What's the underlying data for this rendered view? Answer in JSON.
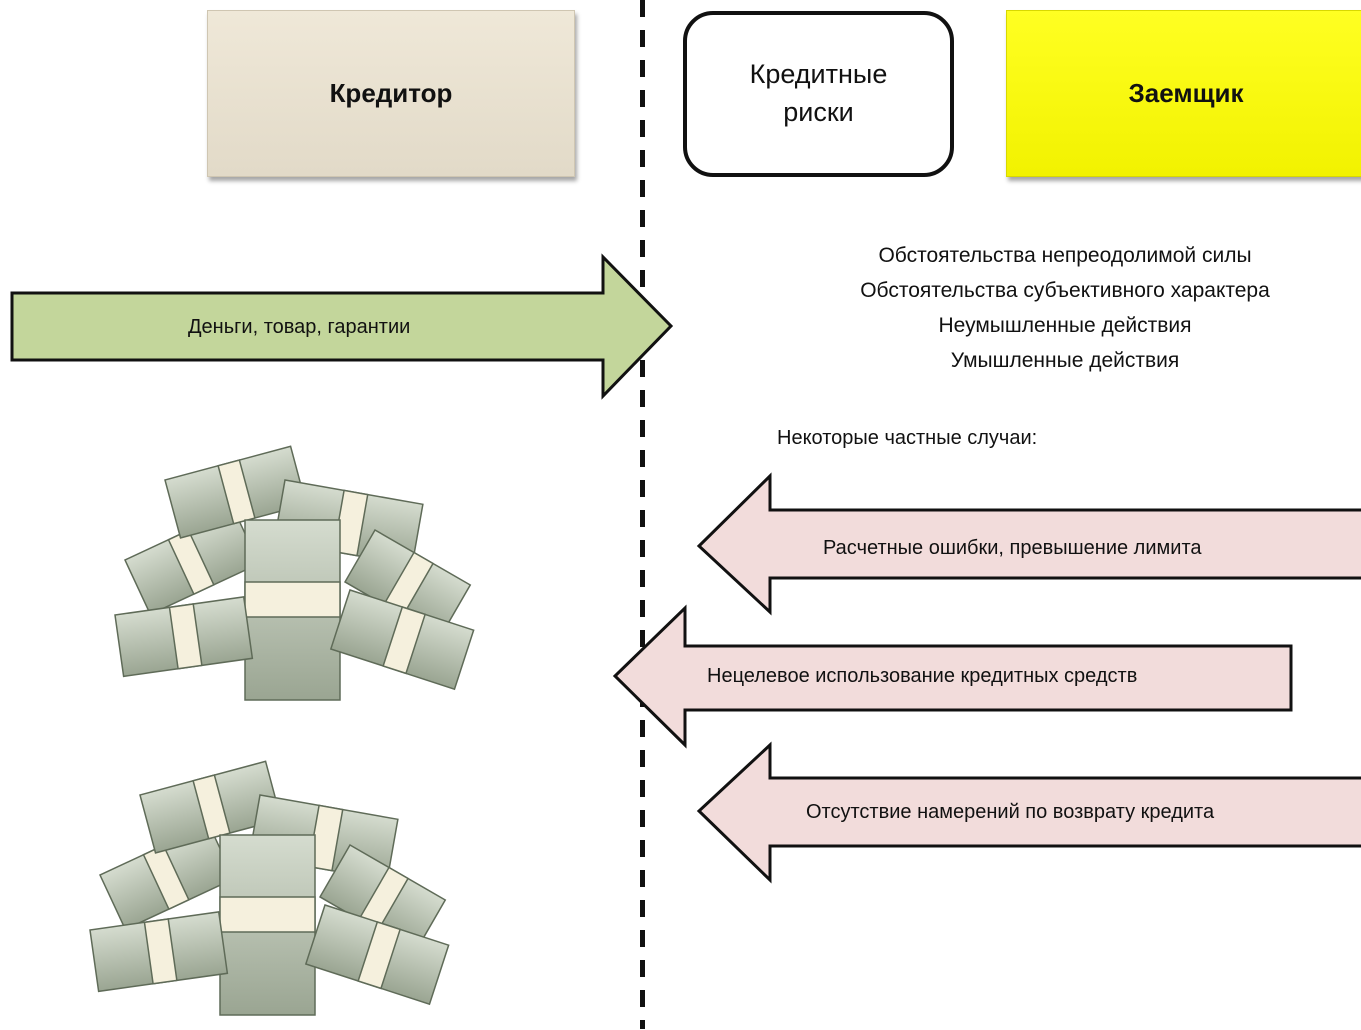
{
  "creditor": {
    "label": "Кредитор"
  },
  "borrower": {
    "label": "Заемщик"
  },
  "risks": {
    "line1": "Кредитные",
    "line2": "риски"
  },
  "flow_arrow": {
    "label": "Деньги, товар, гарантии",
    "color": "#c3d69b"
  },
  "factors": [
    "Обстоятельства непреодолимой силы",
    "Обстоятельства субъективного характера",
    "Неумышленные действия",
    "Умышленные действия"
  ],
  "cases_heading": "Некоторые частные случаи:",
  "case_arrows": [
    {
      "label": "Расчетные ошибки, превышение лимита",
      "color": "#f2dcdb"
    },
    {
      "label": "Нецелевое использование кредитных средств",
      "color": "#f2dcdb"
    },
    {
      "label": "Отсутствие намерений по возврату кредита",
      "color": "#f2dcdb"
    }
  ],
  "images": [
    {
      "icon": "money-stacks-icon"
    },
    {
      "icon": "money-stacks-icon"
    }
  ]
}
